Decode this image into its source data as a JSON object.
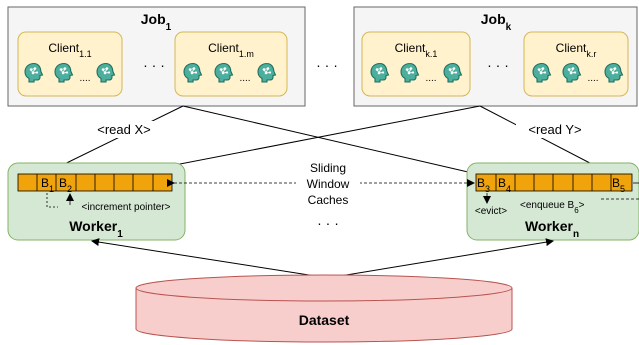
{
  "jobs": [
    {
      "title": "Job",
      "title_sub": "1",
      "clients": [
        {
          "label": "Client",
          "sub": "1.1"
        },
        {
          "label": "Client",
          "sub": "1.m"
        }
      ]
    },
    {
      "title": "Job",
      "title_sub": "k",
      "clients": [
        {
          "label": "Client",
          "sub": "k.1"
        },
        {
          "label": "Client",
          "sub": "k.r"
        }
      ]
    }
  ],
  "ellipsis": "· · ·",
  "inner_ellipsis": "....",
  "reads": {
    "left": "<read X>",
    "right": "<read Y>"
  },
  "workers": [
    {
      "name": "Worker",
      "name_sub": "1",
      "blocks": [
        {
          "label": "B",
          "sub": "1"
        },
        {
          "label": "B",
          "sub": "2"
        }
      ],
      "annotation": "<increment pointer>"
    },
    {
      "name": "Worker",
      "name_sub": "n",
      "blocks": [
        {
          "label": "B",
          "sub": "3"
        },
        {
          "label": "B",
          "sub": "4"
        },
        {
          "label": "B",
          "sub": "5"
        }
      ],
      "evict": "<evict>",
      "enqueue": "<enqueue B",
      "enqueue_sub": "6",
      "enqueue_end": ">"
    }
  ],
  "middle_label": [
    "Sliding",
    "Window",
    "Caches"
  ],
  "middle_ellipsis": "· · ·",
  "dataset": "Dataset",
  "colors": {
    "job_fill": "#f5f5f5",
    "client_fill": "#fff2cc",
    "client_stroke": "#d6b656",
    "worker_fill": "#d5e8d4",
    "worker_stroke": "#82b366",
    "cache_fill": "#f0a30a",
    "dataset_fill": "#f8cecc",
    "dataset_stroke": "#b85450",
    "brain_fill": "#4cae9c"
  }
}
